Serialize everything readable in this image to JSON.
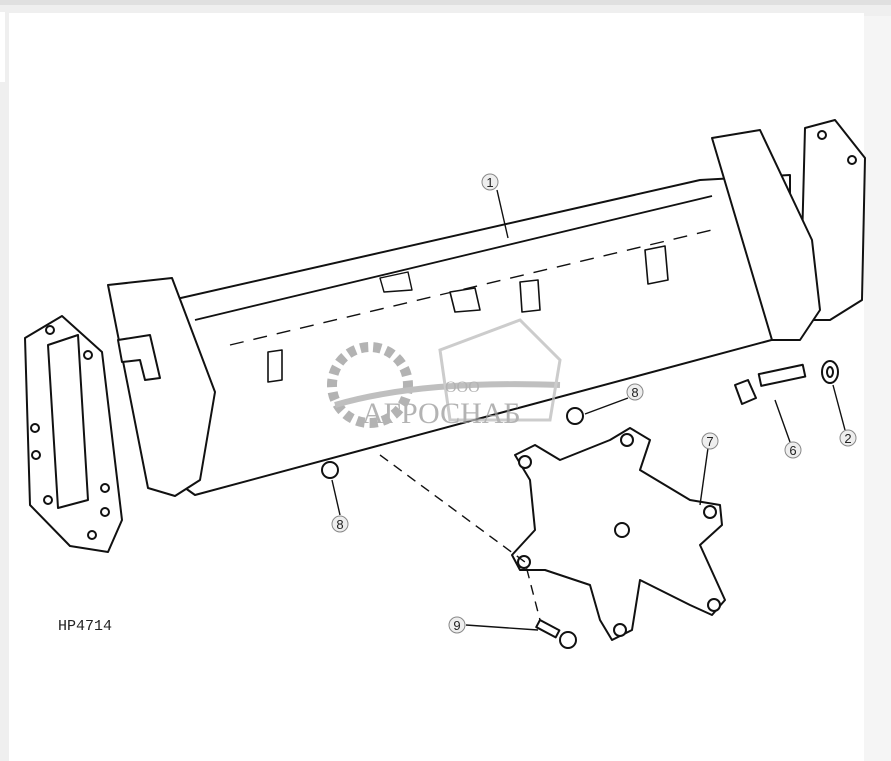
{
  "diagram": {
    "figure_code": "HP4714",
    "callouts": [
      {
        "id": "callout-1",
        "text": "1"
      },
      {
        "id": "callout-8a",
        "text": "8"
      },
      {
        "id": "callout-6",
        "text": "6"
      },
      {
        "id": "callout-2",
        "text": "2"
      },
      {
        "id": "callout-7",
        "text": "7"
      },
      {
        "id": "callout-8b",
        "text": "8"
      },
      {
        "id": "callout-9",
        "text": "9"
      }
    ]
  },
  "watermark": {
    "prefix": "ООО",
    "name": "АГРОСНАБ"
  },
  "colors": {
    "line": "#111111",
    "watermark": "#9a9a9a",
    "background": "#ffffff"
  }
}
